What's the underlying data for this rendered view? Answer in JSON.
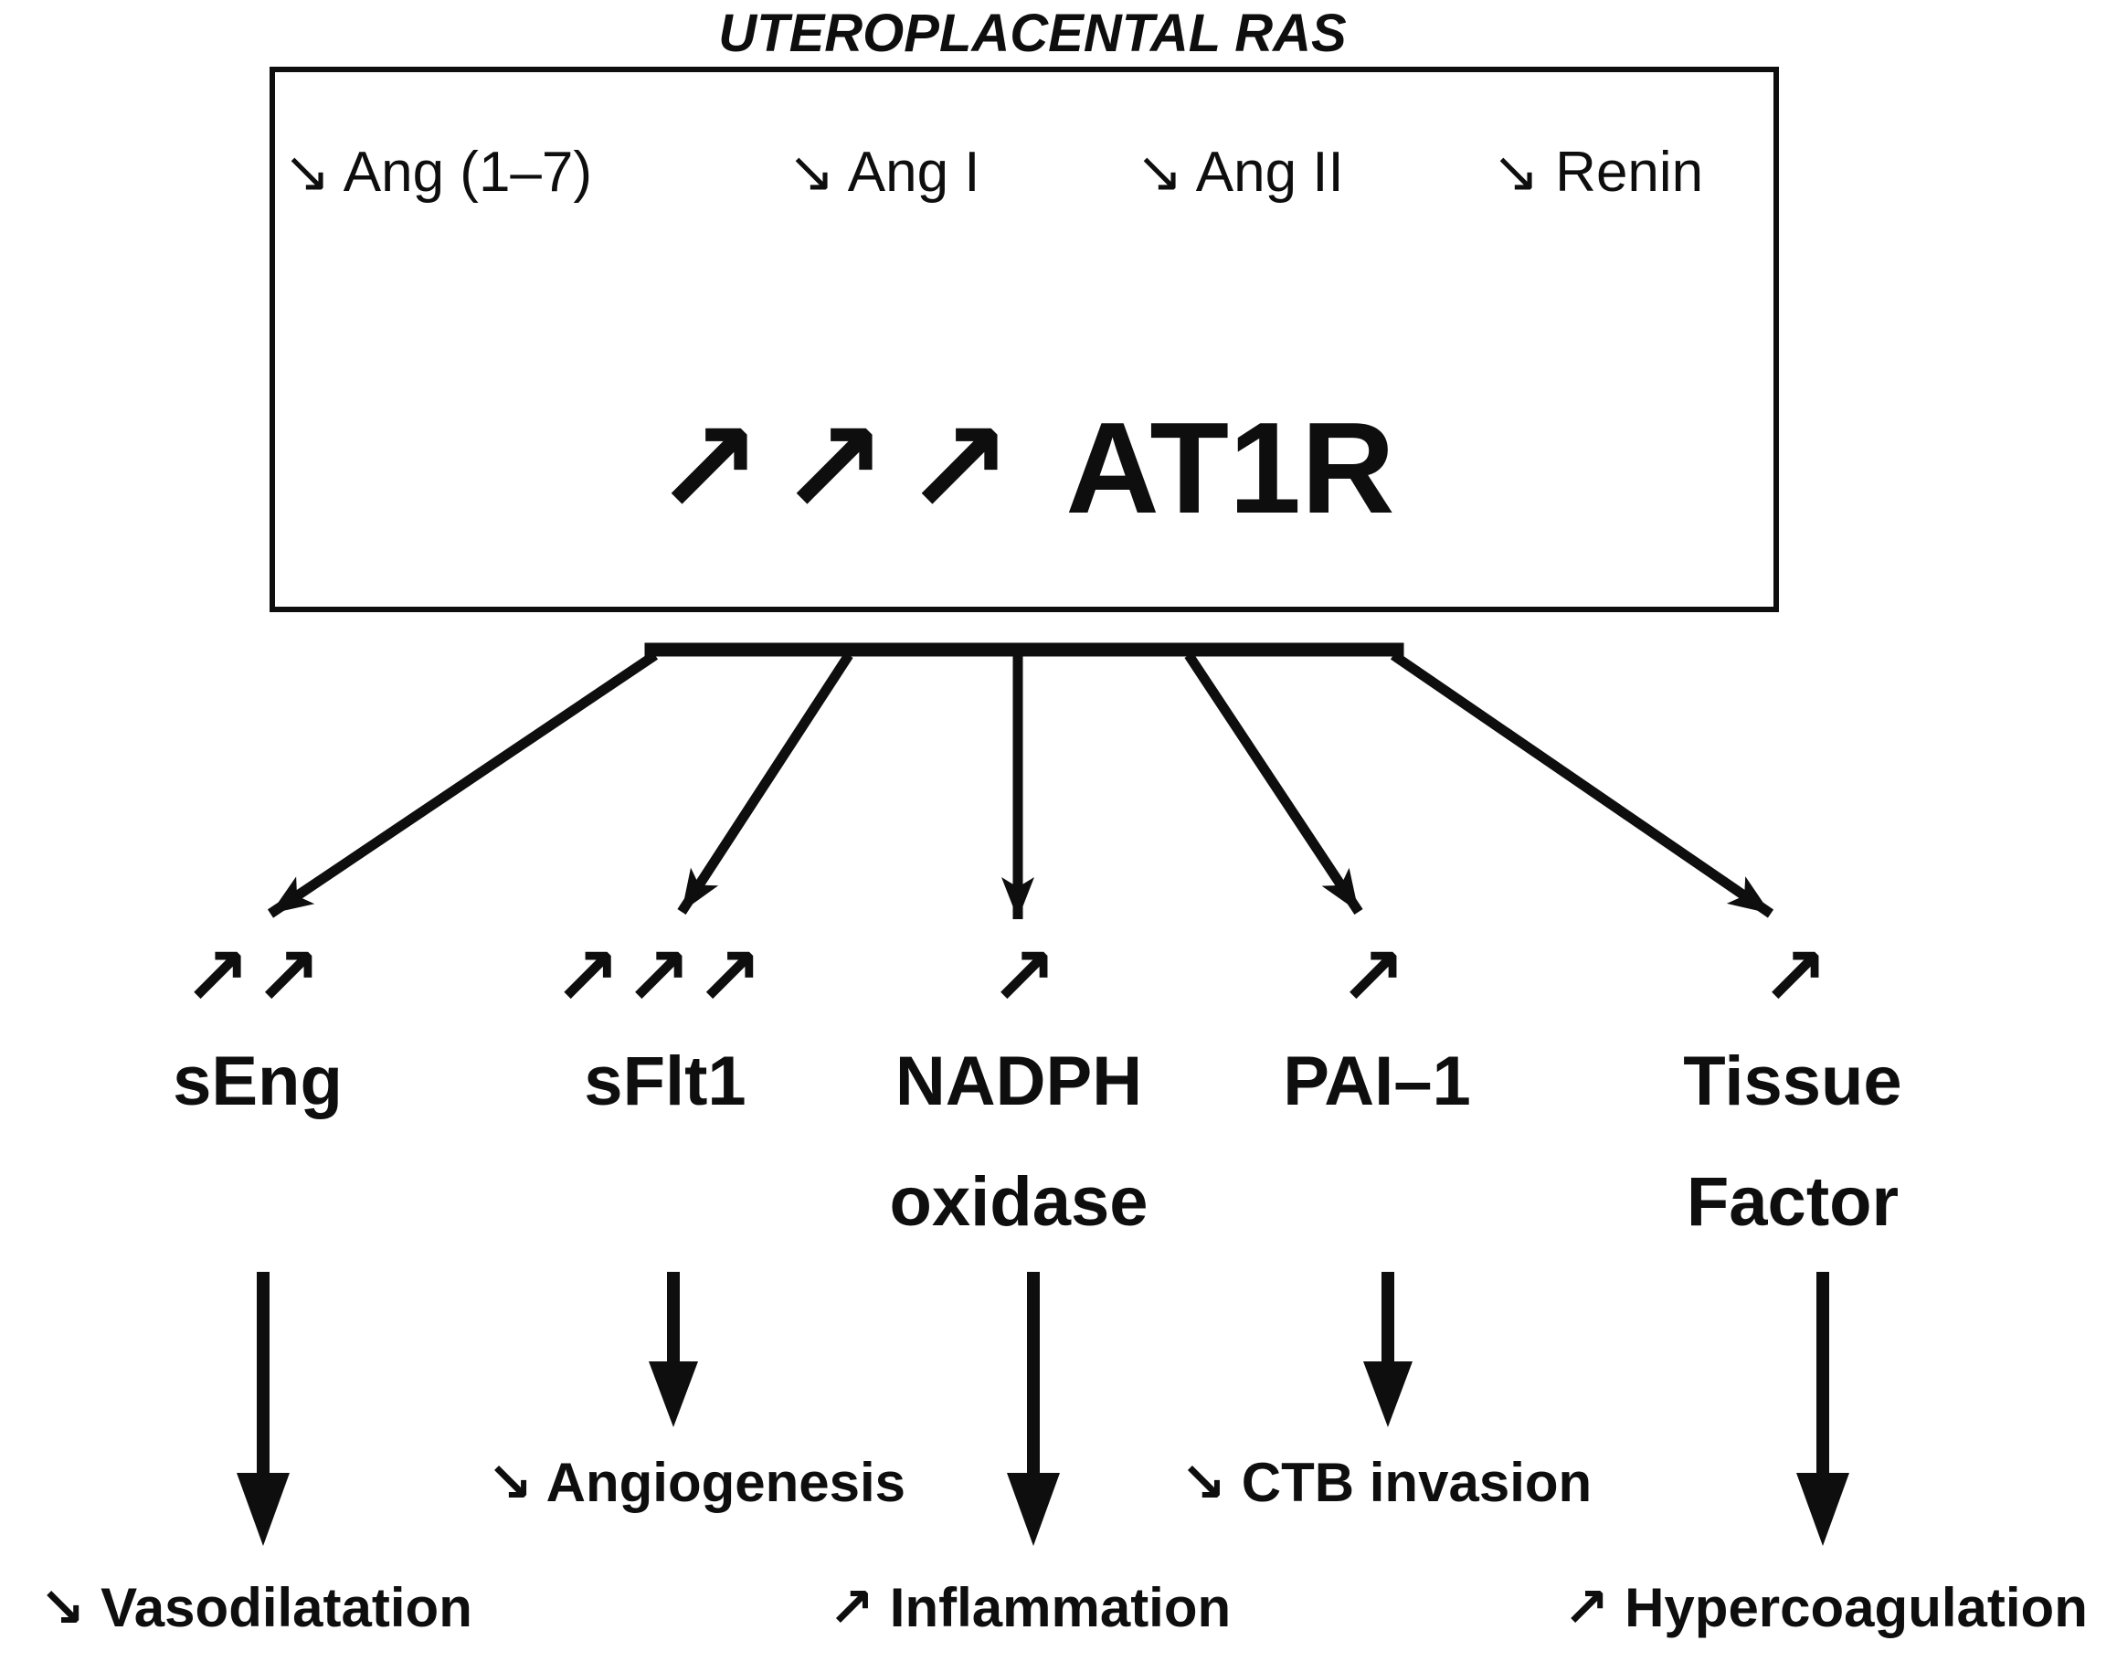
{
  "figure": {
    "title": "UTEROPLACENTAL RAS",
    "ras_box": {
      "items": [
        "↘ Ang (1–7)",
        "↘ Ang I",
        "↘ Ang II",
        "↘ Renin"
      ],
      "receptor_arrows": "↗↗↗",
      "receptor_label": "AT1R"
    },
    "mediators": [
      {
        "arrows": "↗↗",
        "name_line1": "sEng",
        "name_line2": ""
      },
      {
        "arrows": "↗↗↗",
        "name_line1": "sFlt1",
        "name_line2": ""
      },
      {
        "arrows": "↗",
        "name_line1": "NADPH",
        "name_line2": "oxidase"
      },
      {
        "arrows": "↗",
        "name_line1": "PAI–1",
        "name_line2": ""
      },
      {
        "arrows": "↗",
        "name_line1": "Tissue",
        "name_line2": "Factor"
      }
    ],
    "outcomes": [
      {
        "label": "↘ Vasodilatation"
      },
      {
        "label": "↘ Angiogenesis"
      },
      {
        "label": "↗ Inflammation"
      },
      {
        "label": "↘ CTB invasion"
      },
      {
        "label": "↗ Hypercoagulation"
      }
    ],
    "colors": {
      "ink": "#0e0e0e",
      "background": "#ffffff"
    }
  }
}
